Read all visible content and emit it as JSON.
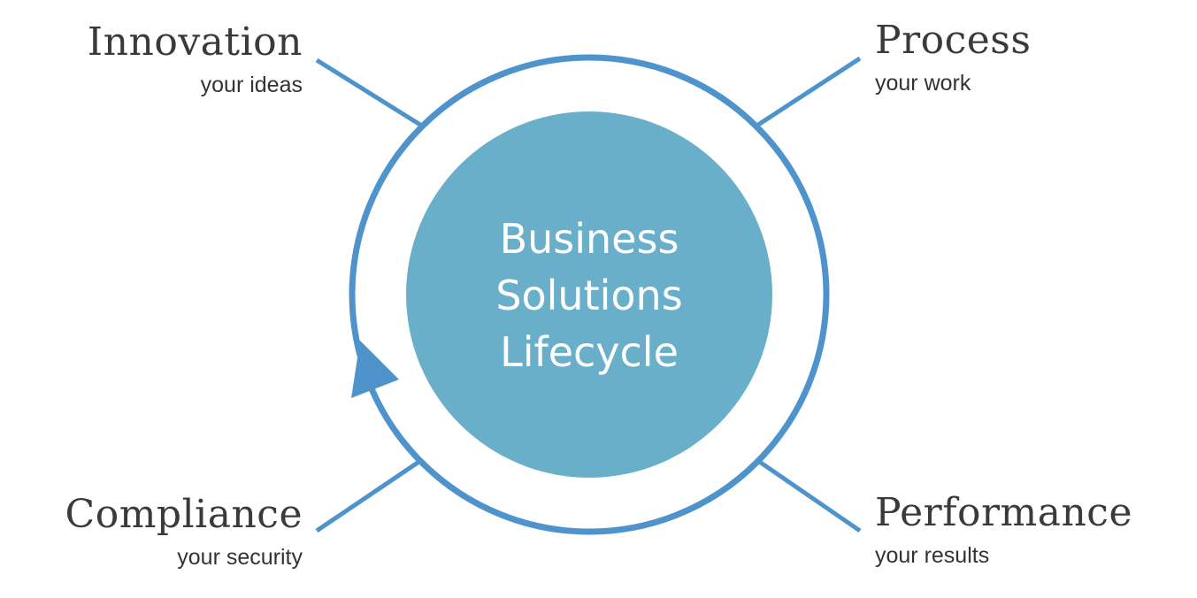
{
  "center": {
    "lines": [
      "Business",
      "Solutions",
      "Lifecycle"
    ]
  },
  "nodes": {
    "top_left": {
      "title": "Innovation",
      "subtitle": "your ideas"
    },
    "top_right": {
      "title": "Process",
      "subtitle": "your work"
    },
    "bottom_left": {
      "title": "Compliance",
      "subtitle": "your security"
    },
    "bottom_right": {
      "title": "Performance",
      "subtitle": "your results"
    }
  },
  "colors": {
    "ring": "#4f93cc",
    "center_fill": "#6aafca",
    "text_dark": "#3a3a3a",
    "center_text": "#ffffff"
  }
}
